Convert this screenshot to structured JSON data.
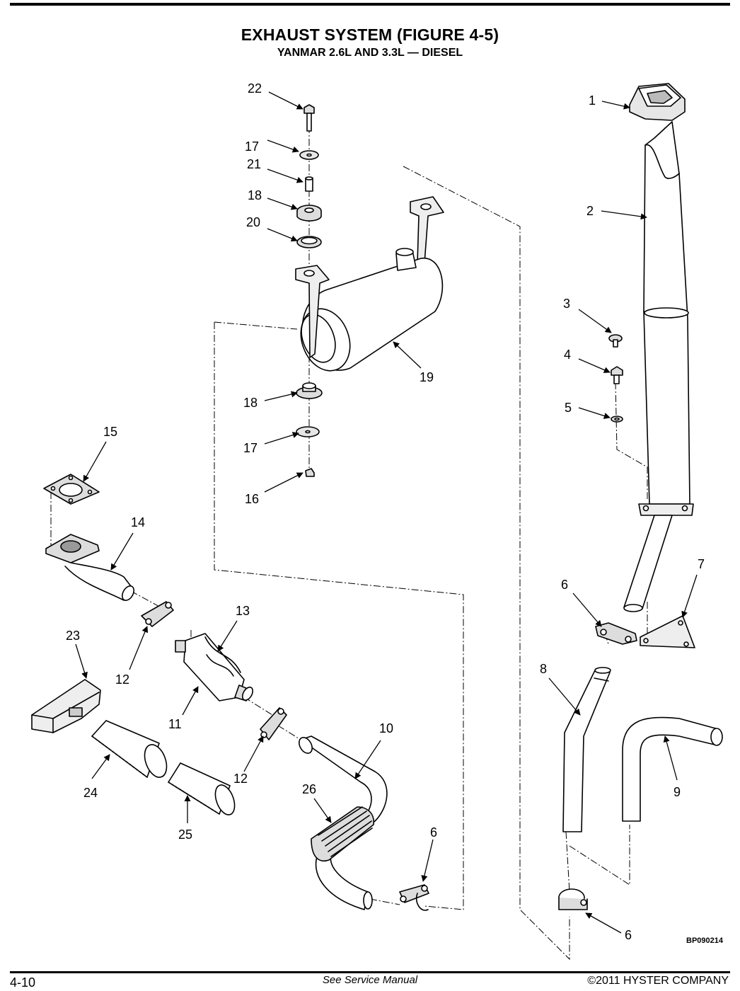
{
  "header": {
    "title": "EXHAUST SYSTEM (FIGURE 4-5)",
    "subtitle": "YANMAR 2.6L AND 3.3L — DIESEL"
  },
  "figure": {
    "drawing_code": "BP090214",
    "callouts": [
      {
        "id": "c1",
        "label": "1"
      },
      {
        "id": "c2",
        "label": "2"
      },
      {
        "id": "c3",
        "label": "3"
      },
      {
        "id": "c4",
        "label": "4"
      },
      {
        "id": "c5",
        "label": "5"
      },
      {
        "id": "c6a",
        "label": "6"
      },
      {
        "id": "c6b",
        "label": "6"
      },
      {
        "id": "c6c",
        "label": "6"
      },
      {
        "id": "c7",
        "label": "7"
      },
      {
        "id": "c8",
        "label": "8"
      },
      {
        "id": "c9",
        "label": "9"
      },
      {
        "id": "c10",
        "label": "10"
      },
      {
        "id": "c11",
        "label": "11"
      },
      {
        "id": "c12a",
        "label": "12"
      },
      {
        "id": "c12b",
        "label": "12"
      },
      {
        "id": "c13",
        "label": "13"
      },
      {
        "id": "c14",
        "label": "14"
      },
      {
        "id": "c15",
        "label": "15"
      },
      {
        "id": "c16",
        "label": "16"
      },
      {
        "id": "c17a",
        "label": "17"
      },
      {
        "id": "c17b",
        "label": "17"
      },
      {
        "id": "c18a",
        "label": "18"
      },
      {
        "id": "c18b",
        "label": "18"
      },
      {
        "id": "c19",
        "label": "19"
      },
      {
        "id": "c20",
        "label": "20"
      },
      {
        "id": "c21",
        "label": "21"
      },
      {
        "id": "c22",
        "label": "22"
      },
      {
        "id": "c23",
        "label": "23"
      },
      {
        "id": "c24",
        "label": "24"
      },
      {
        "id": "c25",
        "label": "25"
      },
      {
        "id": "c26",
        "label": "26"
      }
    ]
  },
  "footer": {
    "page_number": "4-10",
    "center_text": "See Service Manual",
    "copyright": "©2011 HYSTER COMPANY"
  }
}
